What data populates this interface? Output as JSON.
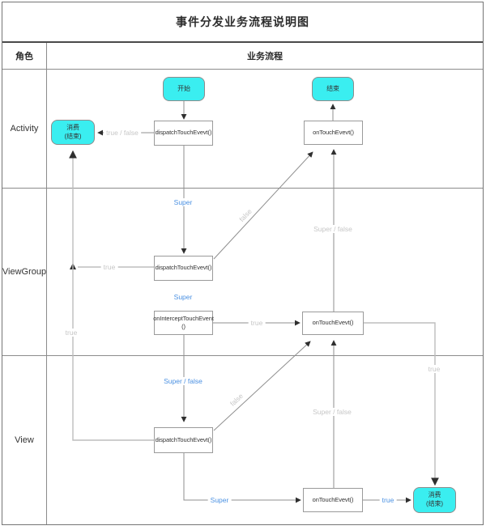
{
  "title": "事件分发业务流程说明图",
  "header": {
    "role": "角色",
    "flow": "业务流程"
  },
  "lanes": [
    {
      "label": "Activity"
    },
    {
      "label": "ViewGroup"
    },
    {
      "label": "View"
    }
  ],
  "nodes": {
    "start": {
      "label": "开始"
    },
    "end": {
      "label": "结束"
    },
    "consume_activity": {
      "label": "消费\n(结束)"
    },
    "activity_dispatch": {
      "label": "dispatchTouchEvevt()"
    },
    "activity_ontouch": {
      "label": "onTouchEvevt()"
    },
    "viewgroup_dispatch": {
      "label": "dispatchTouchEvevt()"
    },
    "viewgroup_intercept": {
      "label": "onInterceptTouchEvent\n()"
    },
    "viewgroup_ontouch": {
      "label": "onTouchEvevt()"
    },
    "view_dispatch": {
      "label": "dispatchTouchEvevt()"
    },
    "view_ontouch": {
      "label": "onTouchEvevt()"
    },
    "consume_view": {
      "label": "消费\n(结束)"
    }
  },
  "edge_labels": {
    "activity_true_false": "true / false",
    "activity_super": "Super",
    "viewgroup_false": "false",
    "viewgroup_super_false": "Super / false",
    "viewgroup_true": "true",
    "viewgroup_super": "Super",
    "left_rail_true": "true",
    "intercept_true": "true",
    "view_super_false_blue": "Super / false",
    "view_false": "false",
    "ontouch_super_false": "Super / false",
    "right_rail_true": "true",
    "view_super": "Super",
    "view_true": "true"
  },
  "colors": {
    "terminal_fill": "#3aeef0",
    "blue_label": "#4a90e2",
    "gray_label": "#c6c6c6",
    "wire": "#8f8f8f",
    "arrowhead": "#2f2f2f",
    "border": "#8c8c8c"
  }
}
